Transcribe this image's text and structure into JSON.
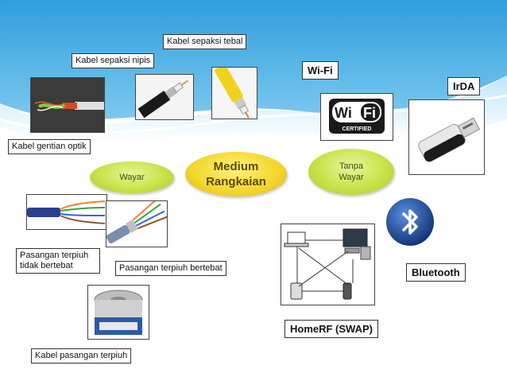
{
  "center": {
    "title": "Medium\nRangkaian"
  },
  "branches": {
    "wired": "Wayar",
    "wireless": "Tanpa\nWayar"
  },
  "labels": {
    "thin_coax": "Kabel sepaksi nipis",
    "thick_coax": "Kabel sepaksi tebal",
    "fiber": "Kabel gentian optik",
    "utp": "Pasangan terpiuh tidak bertebat",
    "stp": "Pasangan terpiuh bertebat",
    "twisted_pair_roll": "Kabel pasangan terpiuh",
    "wifi": "Wi-Fi",
    "irda": "IrDA",
    "bluetooth": "Bluetooth",
    "homerf": "HomeRF (SWAP)"
  },
  "logos": {
    "wifi_word": "WiFi",
    "wifi_certified": "CERTIFIED"
  },
  "colors": {
    "wave_blue": "#3aa6e0",
    "oval_green": "#c8e34a",
    "oval_yellow": "#f2d62c",
    "bluetooth_blue": "#1f4fa0"
  }
}
